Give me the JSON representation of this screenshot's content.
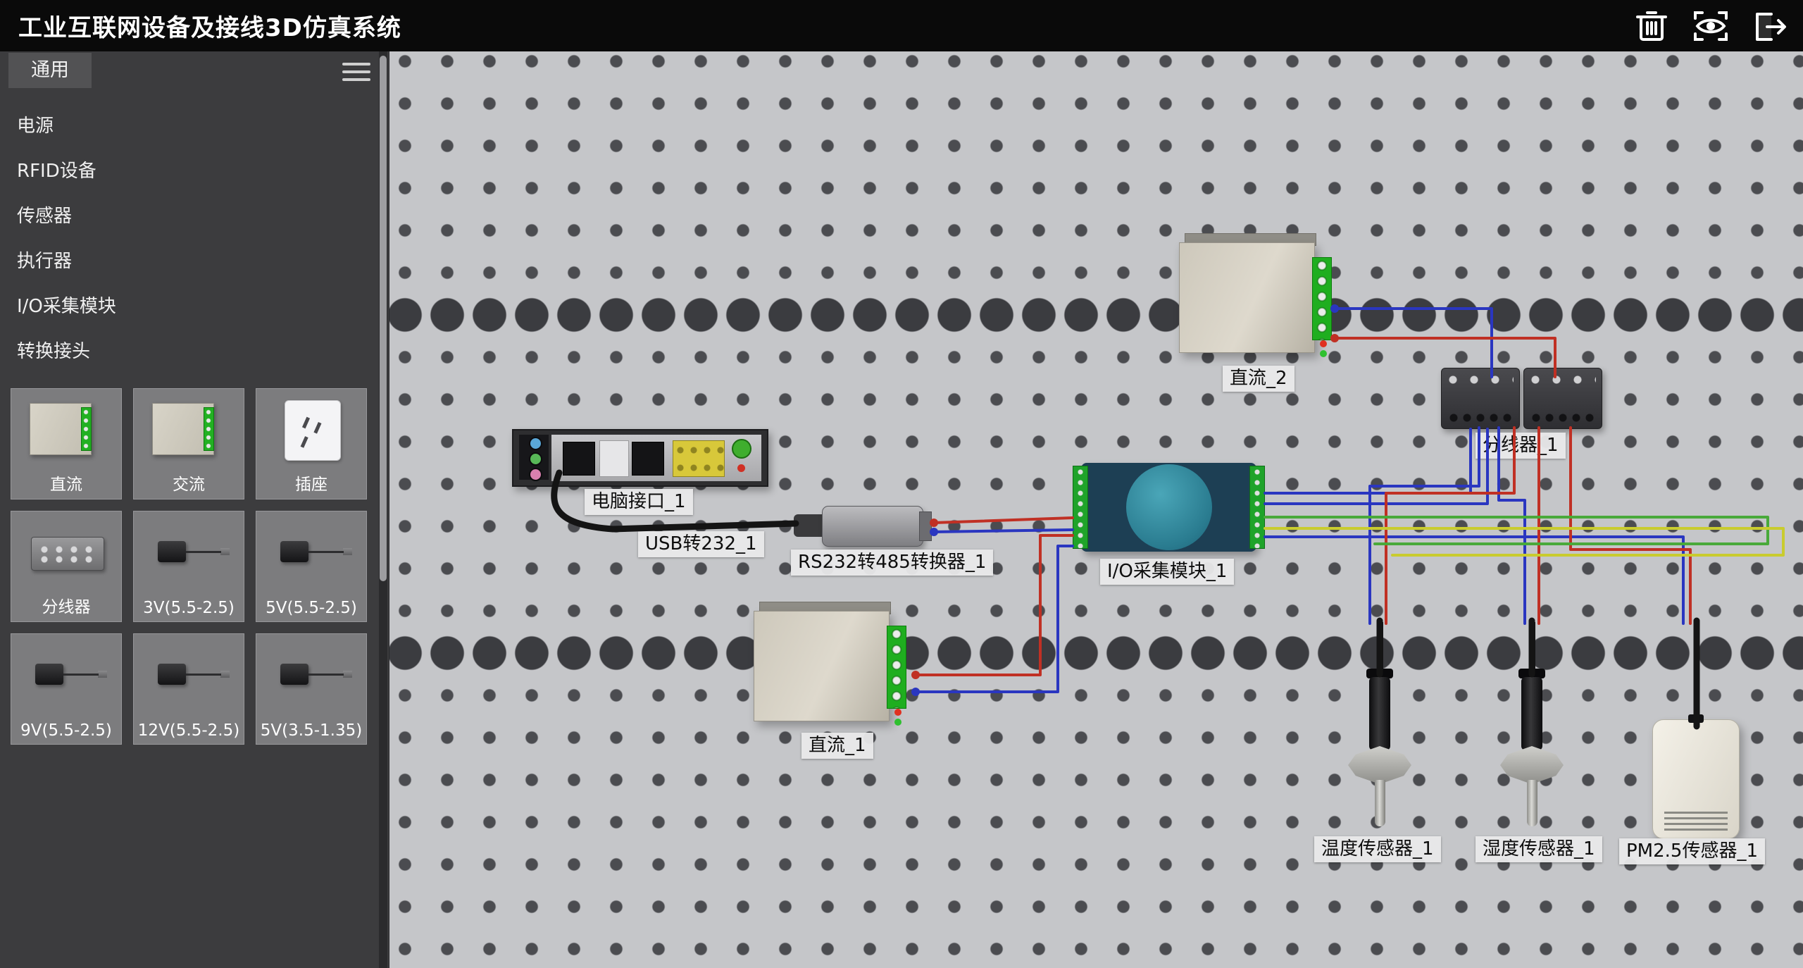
{
  "app": {
    "title": "工业互联网设备及接线3D仿真系统"
  },
  "toolbar": {
    "icons": [
      {
        "name": "delete"
      },
      {
        "name": "view"
      },
      {
        "name": "exit"
      }
    ]
  },
  "sidebar": {
    "tab": "通用",
    "categories": [
      "电源",
      "RFID设备",
      "传感器",
      "执行器",
      "I/O采集模块",
      "转换接头"
    ],
    "cards": [
      {
        "label": "直流"
      },
      {
        "label": "交流"
      },
      {
        "label": "插座"
      },
      {
        "label": "分线器"
      },
      {
        "label": "3V(5.5-2.5)"
      },
      {
        "label": "5V(5.5-2.5)"
      },
      {
        "label": "9V(5.5-2.5)"
      },
      {
        "label": "12V(5.5-2.5)"
      },
      {
        "label": "5V(3.5-1.35)"
      }
    ]
  },
  "canvas": {
    "devices": {
      "computer_interface": "电脑接口_1",
      "usb_to_232": "USB转232_1",
      "rs232_to_485_converter": "RS232转485转换器_1",
      "dc_2": "直流_2",
      "splitter_1": "分线器_1",
      "io_module_1": "I/O采集模块_1",
      "dc_1": "直流_1",
      "temperature_sensor_1": "温度传感器_1",
      "humidity_sensor_1": "湿度传感器_1",
      "pm25_sensor_1": "PM2.5传感器_1"
    },
    "wire_colors": {
      "red": "#c03024",
      "blue": "#2a36c0",
      "green": "#49a93a",
      "yellow": "#c9cc2e",
      "black": "#141414"
    },
    "board_color": "#c5c6c9"
  }
}
